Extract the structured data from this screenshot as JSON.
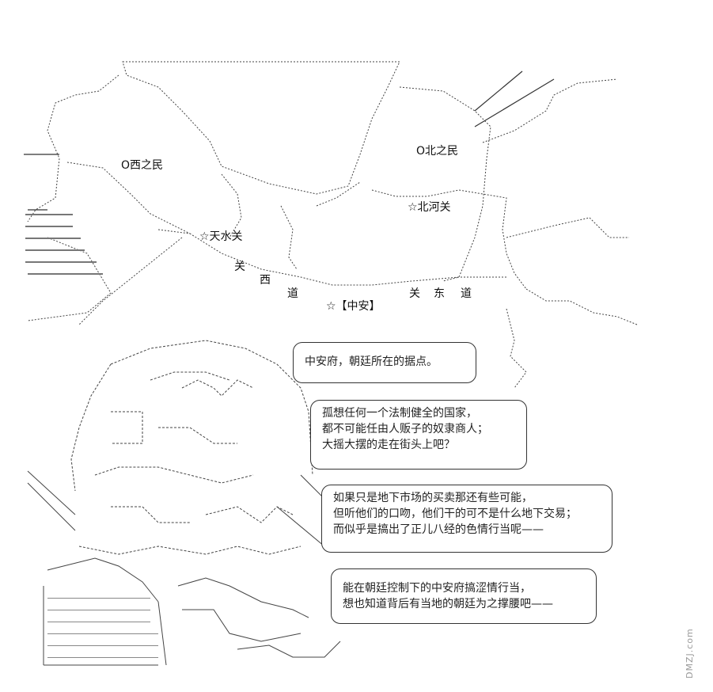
{
  "map": {
    "labels": {
      "west_people": "O西之民",
      "north_people": "O北之民",
      "beihe_pass": "☆北河关",
      "tianshui_pass": "☆天水关",
      "guan": "关",
      "xi": "西",
      "dao_left": "道",
      "zhongan": "☆【中安】",
      "guan_right": "关",
      "dong": "东",
      "dao_right": "道"
    }
  },
  "dialogue": {
    "bubble1": [
      "中安府，朝廷所在的据点。"
    ],
    "bubble2": [
      "孤想任何一个法制健全的国家，",
      "都不可能任由人贩子的奴隶商人；",
      "大摇大摆的走在街头上吧？"
    ],
    "bubble3": [
      "如果只是地下市场的买卖那还有些可能，",
      "但听他们的口吻，他们干的可不是什么地下交易；",
      "而似乎是搞出了正儿八经的色情行当呢——"
    ],
    "bubble4": [
      "能在朝廷控制下的中安府搞涩情行当，",
      "想也知道背后有当地的朝廷为之撑腰吧——"
    ]
  },
  "watermark": "DMZJ.com"
}
